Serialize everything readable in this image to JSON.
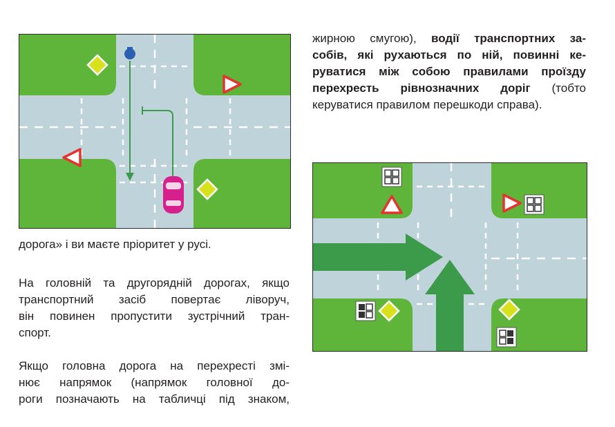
{
  "left_column": {
    "caption_line": "дорога» і ви маєте пріоритет у русі.",
    "paragraph_2": [
      "На головній та другорядній дорогах, якщо",
      "транспортний засіб повертає ліворуч,",
      "він повинен пропустити зустрічний тран-",
      "спорт."
    ],
    "paragraph_3": [
      "Якщо головна дорога на перехресті змі-",
      "нює напрямок (напрямок головної до-",
      "роги позначають на табличці під знаком,"
    ]
  },
  "right_column": {
    "line_1_normal": "жирною смугою), ",
    "line_1_bold": "водії транспортних за-",
    "line_2_bold": "собів, які рухаються по ній, повинні ке-",
    "line_3_bold": "руватися між собою правилами проїзду",
    "line_4_bold": "перехресть рівнозначних доріг",
    "line_4_normal": " (тобто",
    "line_5_normal": "керуватися правилом перешкоди справа)."
  },
  "colors": {
    "grass": "#5fb53a",
    "road": "#bfd3da",
    "marking": "#ffffff",
    "priority_sign": "#d7e21c",
    "yield_border": "#e3342f",
    "car": "#d6218d",
    "path_line": "#3c9a4b",
    "arrow": "#3c9a4b",
    "bicycle_sign": "#2d5fb0"
  },
  "icons": {
    "priority_road": "diamond-priority-road-sign",
    "give_way": "triangle-give-way-sign",
    "direction_plate": "main-road-direction-plate",
    "vehicle": "car-top-view",
    "bicycle": "bicycle-sign"
  }
}
